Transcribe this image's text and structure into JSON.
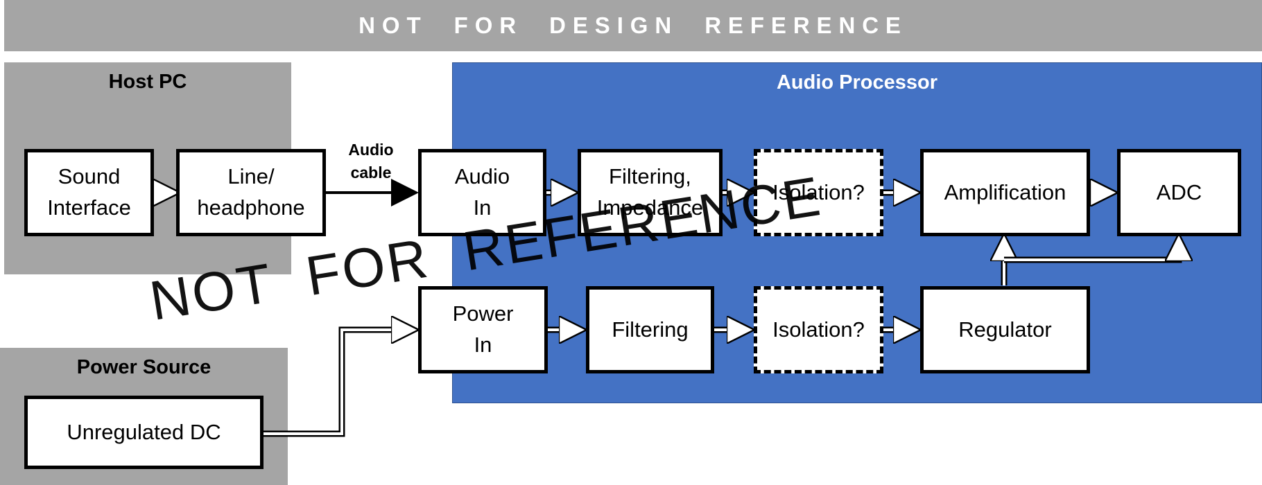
{
  "banner": {
    "text": "NOT  FOR  DESIGN  REFERENCE"
  },
  "watermark": {
    "text": "NOT  FOR  REFERENCE"
  },
  "regions": {
    "host_pc": {
      "title": "Host PC"
    },
    "audio_processor": {
      "title": "Audio Processor"
    },
    "power_source": {
      "title": "Power Source"
    }
  },
  "blocks": {
    "sound_interface": "Sound\nInterface",
    "line_headphone": "Line/\nheadphone",
    "audio_in": "Audio\nIn",
    "filtering_impedance": "Filtering,\nImpedance",
    "isolation_audio": "Isolation?",
    "amplification": "Amplification",
    "adc": "ADC",
    "power_in": "Power\nIn",
    "filtering_power": "Filtering",
    "isolation_power": "Isolation?",
    "regulator": "Regulator",
    "unregulated_dc": "Unregulated DC"
  },
  "connections": {
    "audio_cable_label": "Audio\ncable"
  },
  "colors": {
    "region_gray": "#a5a5a5",
    "region_blue": "#4472c4",
    "block_fill": "#ffffff",
    "block_border": "#000000",
    "arrow_on_blue": "#ffffff",
    "arrow_on_white": "#000000"
  }
}
